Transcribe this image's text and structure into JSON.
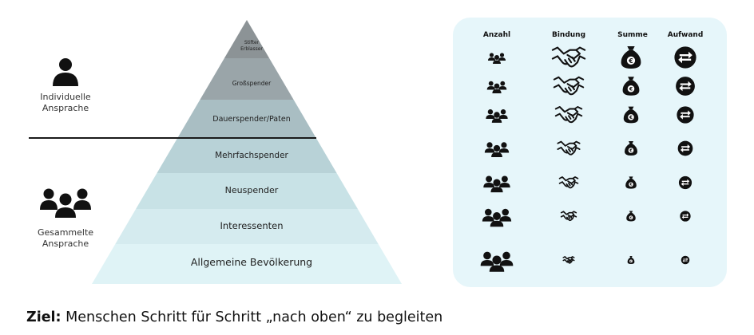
{
  "pyramid": {
    "tiers": [
      {
        "label_line1": "Stifter",
        "label_line2": "Erblasser"
      },
      {
        "label": "Großspender"
      },
      {
        "label": "Dauerspender/Paten"
      },
      {
        "label": "Mehrfachspender"
      },
      {
        "label": "Neuspender"
      },
      {
        "label": "Interessenten"
      },
      {
        "label": "Allgemeine Bevölkerung"
      }
    ],
    "colors": [
      "#8c9396",
      "#9aa5a9",
      "#a9bec3",
      "#b8d2d7",
      "#c8e2e6",
      "#d5ebef",
      "#dff3f6"
    ]
  },
  "left_labels": {
    "individual_line1": "Individuelle",
    "individual_line2": "Ansprache",
    "collective_line1": "Gesammelte",
    "collective_line2": "Ansprache"
  },
  "table": {
    "headers": [
      "Anzahl",
      "Bindung",
      "Summe",
      "Aufwand"
    ],
    "icons": [
      "people-group-icon",
      "handshake-icon",
      "money-bag-euro-icon",
      "exchange-arrows-icon"
    ],
    "rows": 7,
    "panel_color": "#e6f6fa"
  },
  "goal": {
    "prefix": "Ziel:",
    "text": " Menschen Schritt für Schritt „nach oben“ zu begleiten"
  }
}
